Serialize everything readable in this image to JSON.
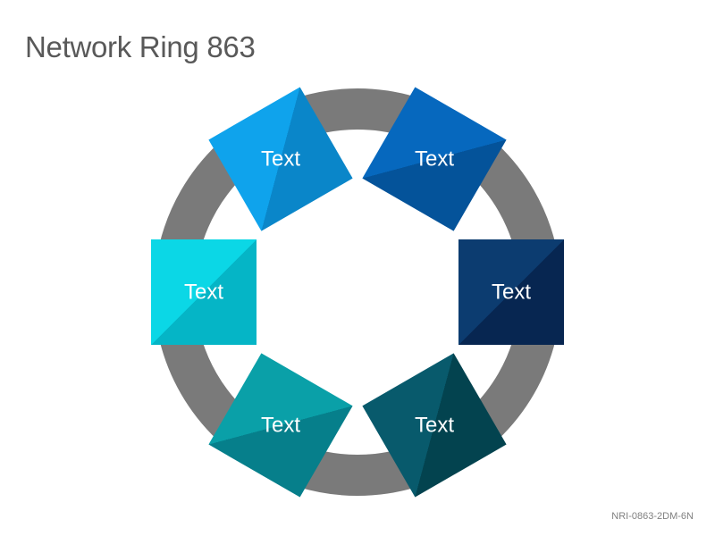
{
  "title": "Network Ring 863",
  "footer_code": "NRI-0863-2DM-6N",
  "connector_color": "#7a7a7a",
  "nodes": [
    {
      "label": "Text",
      "color_light": "#0fa3ec",
      "color_dark": "#0a86c9"
    },
    {
      "label": "Text",
      "color_light": "#0668be",
      "color_dark": "#04539a"
    },
    {
      "label": "Text",
      "color_light": "#0c3c70",
      "color_dark": "#072651"
    },
    {
      "label": "Text",
      "color_light": "#085a6c",
      "color_dark": "#03434f"
    },
    {
      "label": "Text",
      "color_light": "#0aa0a8",
      "color_dark": "#067f8b"
    },
    {
      "label": "Text",
      "color_light": "#0bd7e6",
      "color_dark": "#05b5c6"
    }
  ]
}
